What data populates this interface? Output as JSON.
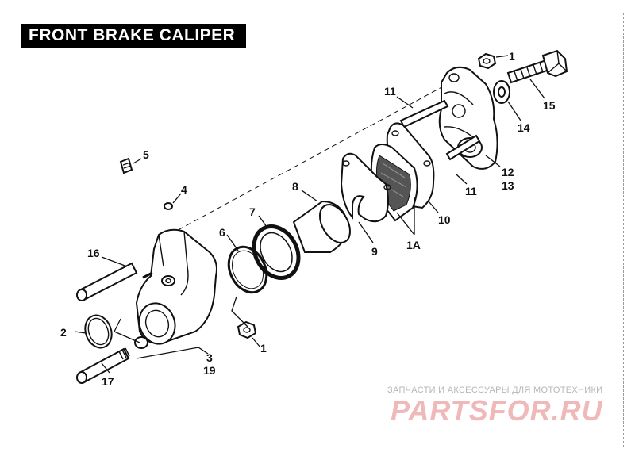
{
  "title": "FRONT BRAKE CALIPER",
  "callouts": {
    "n1_top": "1",
    "n15": "15",
    "n11_top": "11",
    "n14": "14",
    "n12": "12",
    "n13": "13",
    "n11_low": "11",
    "n5": "5",
    "n4": "4",
    "n8": "8",
    "n7": "7",
    "n6": "6",
    "n10": "10",
    "n1A": "1A",
    "n9": "9",
    "n16": "16",
    "n2": "2",
    "n1_low": "1",
    "n3": "3",
    "n19": "19",
    "n17": "17"
  },
  "watermark": {
    "subtitle": "ЗАПЧАСТИ И АКСЕССУАРЫ ДЛЯ МОТОТЕХНИКИ",
    "logo": "PARTSFOR.RU"
  }
}
